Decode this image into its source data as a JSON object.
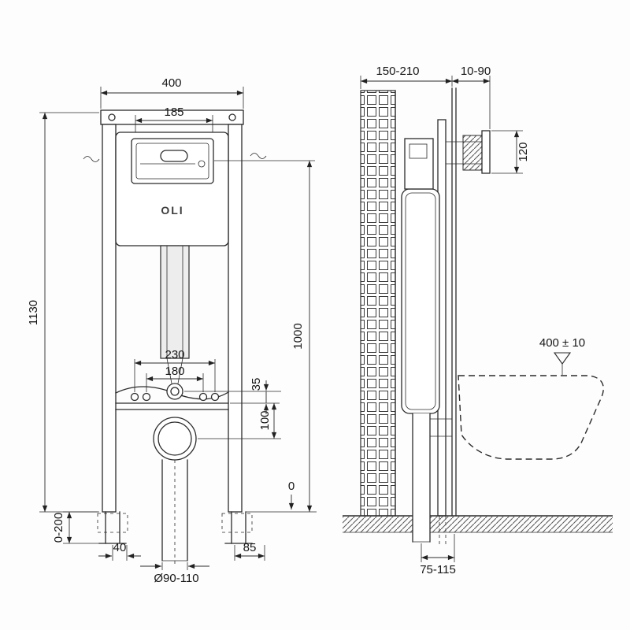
{
  "brand": "OLI",
  "front": {
    "frame_width": "400",
    "plate_width": "185",
    "frame_height": "1130",
    "plate_center_height": "1000",
    "fixing_spacing_outer": "230",
    "fixing_spacing_inner": "180",
    "pipe_offset": "35",
    "pipe_to_drain": "100",
    "feet_adjust": "0-200",
    "dim_40": "40",
    "dim_85": "85",
    "drain_diameter": "Ø90-110",
    "floor_level": "0"
  },
  "side": {
    "frame_depth": "150-210",
    "wall_finish_depth": "10-90",
    "plate_cutout_height": "120",
    "bowl_height": "400 ± 10",
    "drain_wall_offset": "75-115"
  }
}
